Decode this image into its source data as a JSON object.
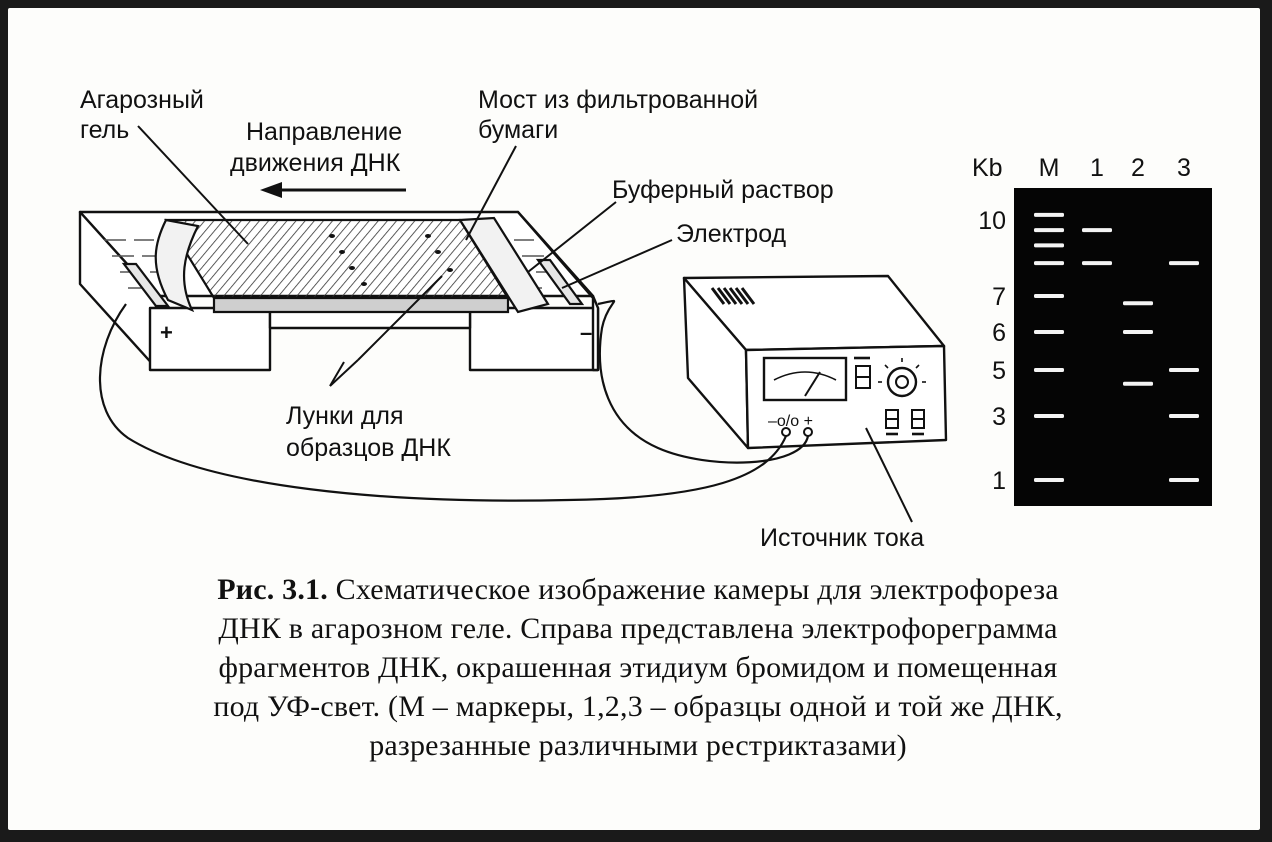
{
  "labels": {
    "gel_1": "Агарозный",
    "gel_2": "гель",
    "direction_1": "Направление",
    "direction_2": "движения ДНК",
    "bridge_1": "Мост из фильтрованной",
    "bridge_2": "бумаги",
    "buffer": "Буферный раствор",
    "electrode": "Электрод",
    "wells_1": "Лунки для",
    "wells_2": "образцов ДНК",
    "power": "Источник тока",
    "plus": "+",
    "minus": "–",
    "ps_terminals": "–o/o +"
  },
  "gel_image": {
    "kb_header": "Kb",
    "lanes": [
      "M",
      "1",
      "2",
      "3"
    ],
    "markers": [
      "10",
      "7",
      "6",
      "5",
      "3",
      "1"
    ],
    "bands": [
      {
        "lane": "M",
        "kb": 10.2
      },
      {
        "lane": "M",
        "kb": 9.6
      },
      {
        "lane": "M",
        "kb": 9.0
      },
      {
        "lane": "M",
        "kb": 8.3
      },
      {
        "lane": "M",
        "kb": 7
      },
      {
        "lane": "M",
        "kb": 6
      },
      {
        "lane": "M",
        "kb": 5
      },
      {
        "lane": "M",
        "kb": 3
      },
      {
        "lane": "M",
        "kb": 1
      },
      {
        "lane": "1",
        "kb": 9.6
      },
      {
        "lane": "1",
        "kb": 8.3
      },
      {
        "lane": "2",
        "kb": 6.8
      },
      {
        "lane": "2",
        "kb": 6.0
      },
      {
        "lane": "2",
        "kb": 4.4
      },
      {
        "lane": "3",
        "kb": 8.3
      },
      {
        "lane": "3",
        "kb": 5
      },
      {
        "lane": "3",
        "kb": 3
      },
      {
        "lane": "3",
        "kb": 1
      }
    ]
  },
  "caption": {
    "fig_label": "Рис. 3.1.",
    "line1": "Схематическое изображение камеры для электрофореза",
    "line2": "ДНК в агарозном геле. Справа представлена электрофореграмма",
    "line3": "фрагментов ДНК, окрашенная этидиум бромидом и помещенная",
    "line4": "под УФ-свет. (М – маркеры, 1,2,3 – образцы одной и той же ДНК,",
    "line5": "разрезанные различными рестриктазами)"
  }
}
